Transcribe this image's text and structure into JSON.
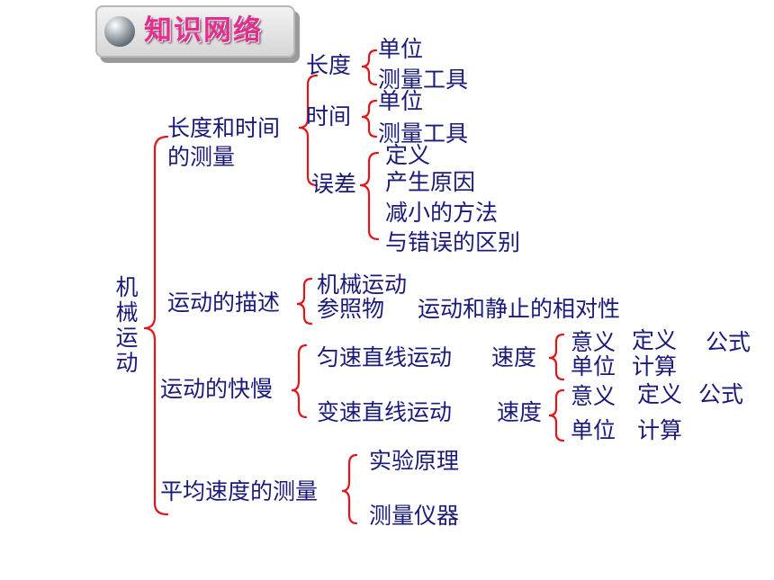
{
  "banner": {
    "title": "知识网络"
  },
  "root": "机械运动",
  "colors": {
    "text": "#1a1a7a",
    "bracket": "#e0161b",
    "banner_text": "#e0308e"
  },
  "branches": {
    "measure": {
      "label_line1": "长度和时间",
      "label_line2": "的测量",
      "length": {
        "label": "长度",
        "items": [
          "单位",
          "测量工具"
        ]
      },
      "time": {
        "label": "时间",
        "items": [
          "单位",
          "测量工具"
        ]
      },
      "error": {
        "label": "误差",
        "items": [
          "定义",
          "产生原因",
          "减小的方法",
          "与错误的区别"
        ]
      }
    },
    "describe": {
      "label": "运动的描述",
      "item1": "机械运动",
      "item2": "参照物",
      "item2_note": "运动和静止的相对性"
    },
    "speed": {
      "label": "运动的快慢",
      "uniform": {
        "label": "匀速直线运动",
        "sub": "速度",
        "row1": [
          "意义",
          "定义",
          "公式"
        ],
        "row2": [
          "单位",
          "计算"
        ]
      },
      "variable": {
        "label": "变速直线运动",
        "sub": "速度",
        "row1": [
          "意义",
          "定义",
          "公式"
        ],
        "row2": [
          "单位",
          "计算"
        ]
      }
    },
    "avg": {
      "label": "平均速度的测量",
      "items": [
        "实验原理",
        "测量仪器"
      ]
    }
  }
}
